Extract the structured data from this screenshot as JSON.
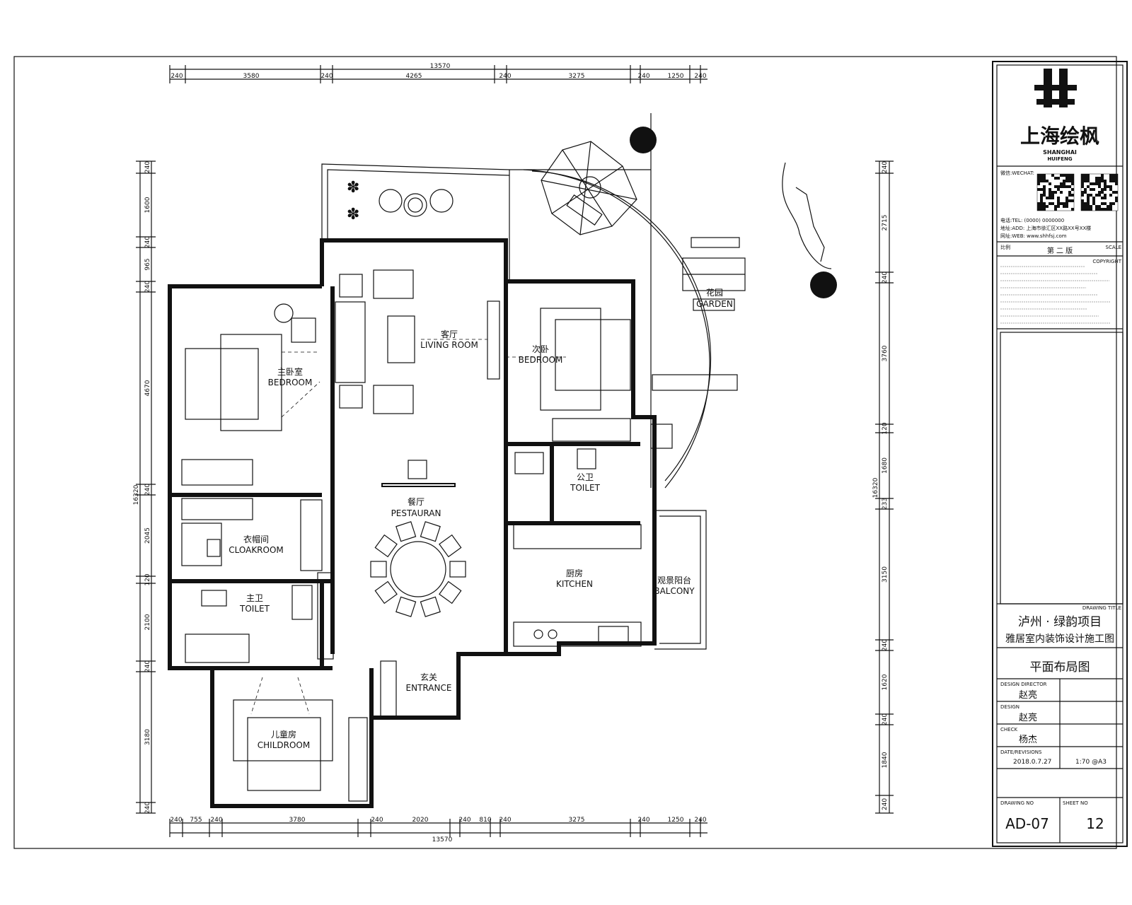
{
  "dims": {
    "overall": "13570",
    "top": [
      "240",
      "3580",
      "240",
      "4265",
      "240",
      "3275",
      "240",
      "1250",
      "240"
    ],
    "bottom": [
      "240",
      "755",
      "240",
      "3780",
      "240",
      "2020",
      "240",
      "810",
      "240",
      "3275",
      "240",
      "1250",
      "240"
    ],
    "left_total": "16320",
    "left": [
      "240",
      "1600",
      "240",
      "965",
      "240",
      "4670",
      "240",
      "2045",
      "120",
      "2100",
      "240",
      "3180",
      "240"
    ],
    "right_total": "16320",
    "right": [
      "240",
      "2715",
      "240",
      "3760",
      "120",
      "1680",
      "233",
      "3150",
      "240",
      "1620",
      "240",
      "1840",
      "240"
    ]
  },
  "rooms": {
    "living": {
      "cn": "客厅",
      "en": "LIVING ROOM"
    },
    "bedroom2": {
      "cn": "次卧",
      "en": "BEDROOM"
    },
    "master": {
      "cn": "主卧室",
      "en": "BEDROOM"
    },
    "cloak": {
      "cn": "衣帽间",
      "en": "CLOAKROOM"
    },
    "master_toilet": {
      "cn": "主卫",
      "en": "TOILET"
    },
    "public_toilet": {
      "cn": "公卫",
      "en": "TOILET"
    },
    "dining": {
      "cn": "餐厅",
      "en": "PESTAURAN"
    },
    "kitchen": {
      "cn": "厨房",
      "en": "KITCHEN"
    },
    "balcony": {
      "cn": "观景阳台",
      "en": "BALCONY"
    },
    "entrance": {
      "cn": "玄关",
      "en": "ENTRANCE"
    },
    "child": {
      "cn": "儿童房",
      "en": "CHILDROOM"
    },
    "garden": {
      "cn": "花园",
      "en": "GARDEN"
    }
  },
  "title_block": {
    "company_cn": "上海绘枫",
    "company_en1": "SHANGHAI",
    "company_en2": "HUIFENG",
    "wechat_label": "微信:WECHAT:",
    "tel": "电话:TEL: (0000) 0000000",
    "addr": "地址:ADD: 上海市徐汇区XX路XX号XX楼",
    "web": "网址:WEB: www.shhfsj.com",
    "scale_label": "比例",
    "scale_en": "SCALE",
    "scale_value": "第 二 版",
    "copyright_label": "COPYRIGHT",
    "drawing_title_label": "DRAWING TITLE",
    "project_cn": "泸州 · 绿韵项目",
    "project_sub": "雅居室内装饰设计施工图",
    "sheet_title": "平面布局图",
    "designer_label": "DESIGN DIRECTOR",
    "designer": "赵亮",
    "drafter_label": "DESIGN",
    "drafter": "赵亮",
    "checker_label": "CHECK",
    "checker": "杨杰",
    "date_label": "DATE/REVISIONS",
    "date": "2018.0.7.27",
    "scale2": "1:70 @A3",
    "drawing_no_label": "DRAWING NO",
    "drawing_no": "AD-07",
    "sheet_no_label": "SHEET NO",
    "sheet_no": "12"
  }
}
